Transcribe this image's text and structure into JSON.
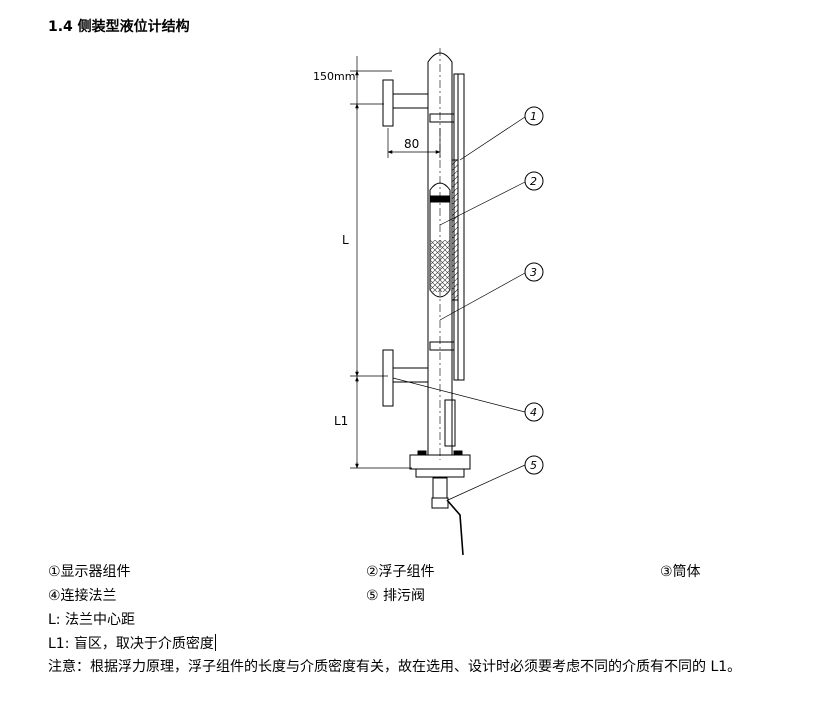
{
  "document": {
    "heading": "1.4  侧装型液位计结构",
    "dimensions": {
      "top_offset": "150mm",
      "flange_distance": "80",
      "center_distance_symbol": "L",
      "blind_zone_symbol": "L1"
    },
    "callouts": [
      "1",
      "2",
      "3",
      "4",
      "5"
    ],
    "legend": {
      "item1": "①显示器组件",
      "item2": "②浮子组件",
      "item3": "③筒体",
      "item4": "④连接法兰",
      "item5": "⑤  排污阀"
    },
    "definitions": {
      "L": "L:    法兰中心距",
      "L1": "L1: 盲区，取决于介质密度"
    },
    "note": "注意：根据浮力原理，浮子组件的长度与介质密度有关，故在选用、设计时必须要考虑不同的介质有不同的  L1。"
  }
}
